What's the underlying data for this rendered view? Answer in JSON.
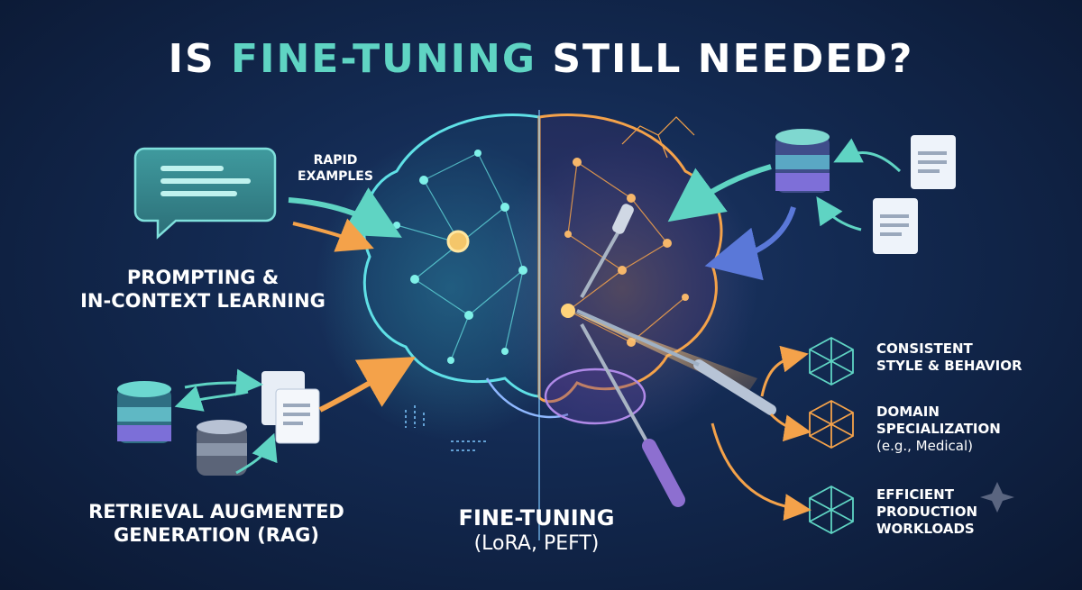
{
  "title": {
    "part1": "IS ",
    "highlight": "FINE-TUNING",
    "part2": " STILL NEEDED?"
  },
  "colors": {
    "accent_teal": "#5fd4c3",
    "accent_orange": "#f4a24a",
    "accent_purple": "#8c6fd8",
    "background": "#0f1e3d"
  },
  "left_top": {
    "rapid_examples": [
      "RAPID",
      "EXAMPLES"
    ],
    "label": [
      "PROMPTING &",
      "IN-CONTEXT LEARNING"
    ]
  },
  "left_bottom": {
    "label": [
      "RETRIEVAL AUGMENTED",
      "GENERATION (RAG)"
    ]
  },
  "center": {
    "label": "FINE-TUNING",
    "sublabel": "(LoRA, PEFT)"
  },
  "right_items": [
    {
      "lines": [
        "CONSISTENT",
        "STYLE & BEHAVIOR"
      ],
      "note": "",
      "icon": "network-teal-icon"
    },
    {
      "lines": [
        "DOMAIN",
        "SPECIALIZATION"
      ],
      "note": "(e.g., Medical)",
      "icon": "network-orange-icon"
    },
    {
      "lines": [
        "EFFICIENT",
        "PRODUCTION",
        "WORKLOADS"
      ],
      "note": "",
      "icon": "network-teal-icon"
    }
  ]
}
